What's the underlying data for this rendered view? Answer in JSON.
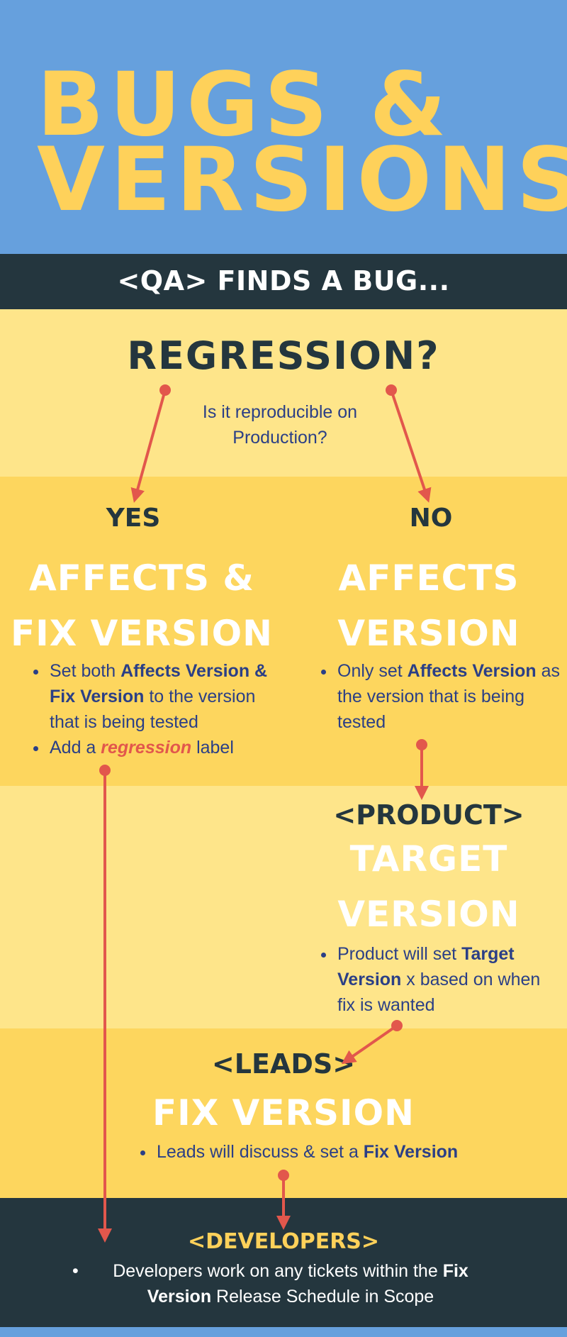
{
  "title": {
    "line1": "BUGS &",
    "line2": "VERSIONS"
  },
  "qa_header": "<QA> FINDS A BUG...",
  "regression": {
    "title": "REGRESSION?",
    "question": "Is it reproducible on Production?"
  },
  "yes_branch": {
    "answer": "YES",
    "heading_line1": "AFFECTS &",
    "heading_line2": "FIX VERSION",
    "bullet1_part1": "Set both ",
    "bullet1_bold": "Affects Version & Fix Version",
    "bullet1_part2": " to the version that is being tested",
    "bullet2_part1": "Add a ",
    "bullet2_emph": "regression",
    "bullet2_part2": " label"
  },
  "no_branch": {
    "answer": "NO",
    "heading_line1": "AFFECTS",
    "heading_line2": "VERSION",
    "bullet_part1": "Only set ",
    "bullet_bold": "Affects Version",
    "bullet_part2": " as the version that is being tested"
  },
  "product": {
    "role": "<PRODUCT>",
    "heading_line1": "TARGET",
    "heading_line2": "VERSION",
    "bullet_part1": "Product will set ",
    "bullet_bold": "Target Version",
    "bullet_part2": " x based on when fix is wanted"
  },
  "leads": {
    "role": "<LEADS>",
    "heading": "FIX VERSION",
    "bullet_part1": "Leads will discuss & set a ",
    "bullet_bold": "Fix Version"
  },
  "developers": {
    "role": "<DEVELOPERS>",
    "bullet_char": "•",
    "text_part1": "Developers work on any tickets within the ",
    "text_bold": "Fix Version",
    "text_part2": " Release Schedule in Scope"
  },
  "colors": {
    "title_blue": "#66a0dd",
    "dark": "#24363e",
    "light_yellow": "#fee58a",
    "yellow": "#fdd65e",
    "title_yellow": "#fed15a",
    "arrow_red": "#e2574c",
    "text_blue": "#2b3f86"
  }
}
